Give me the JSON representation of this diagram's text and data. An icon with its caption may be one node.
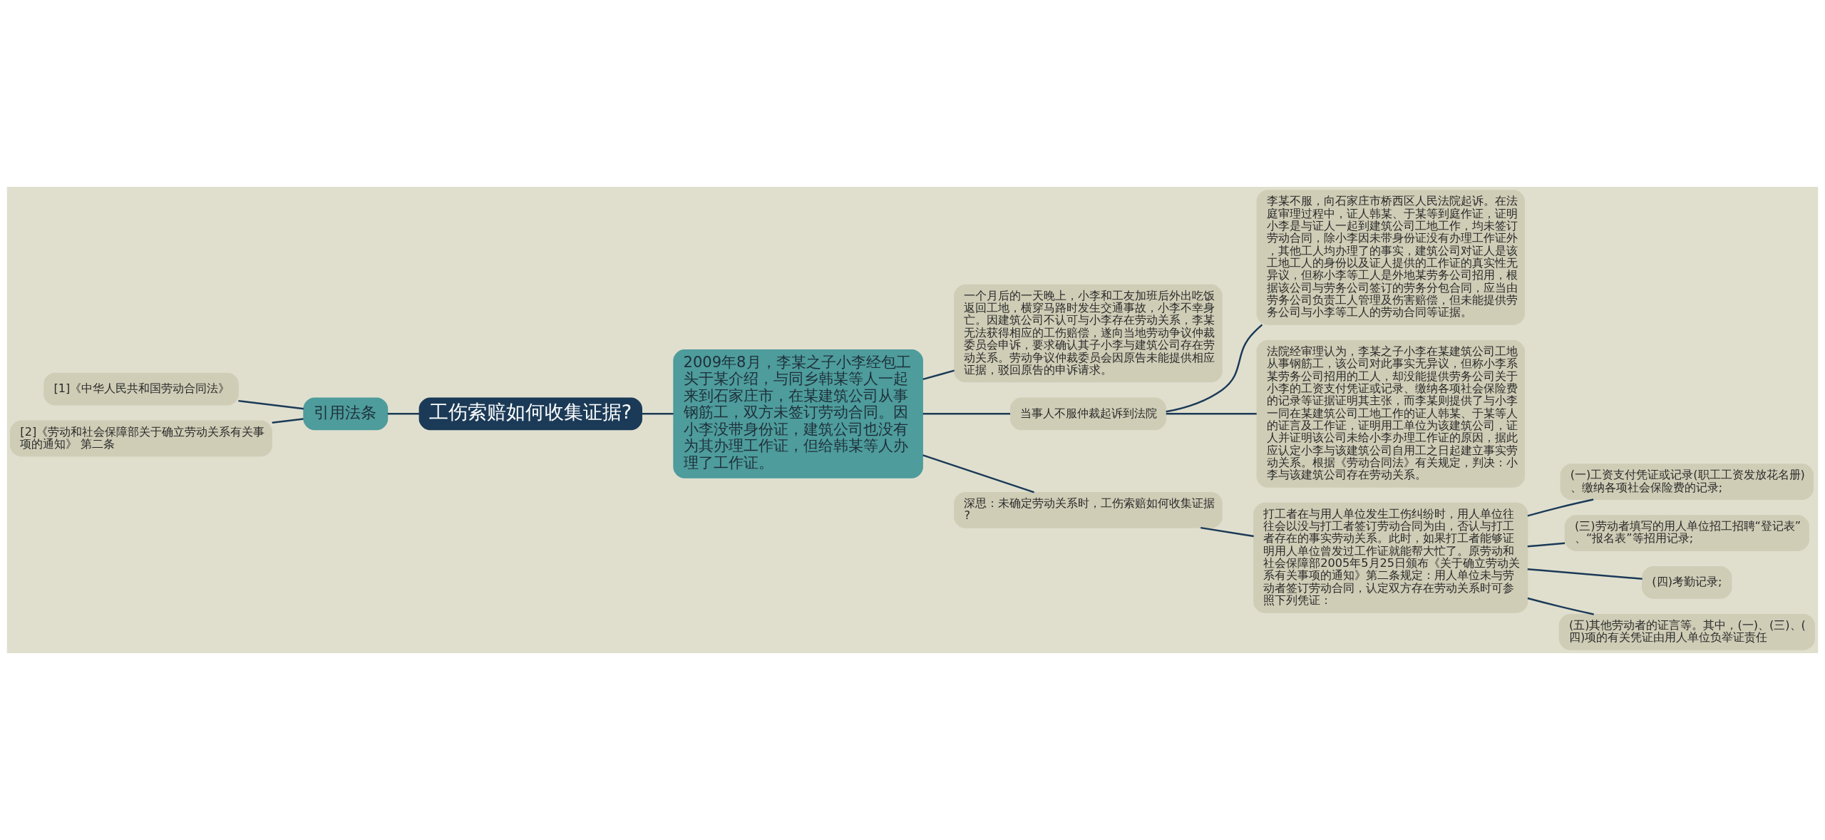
{
  "diagram": {
    "nodes": [
      {
        "text": [
          "工伤索赔如何收集证据?"
        ]
      },
      {
        "text": [
          "引用法条"
        ]
      },
      {
        "text": [
          "[1]《中华人民共和国劳动合同法》"
        ]
      },
      {
        "text": [
          "[2]《劳动和社会保障部关于确立劳动关系有关事项的通知》 第二条"
        ]
      },
      {
        "text": [
          "2009年8月，李某之子小李经包工头于某介绍，与同乡韩某等人一起来到石家庄市，在某建筑公司从事钢筋工，双方未签订劳动合同。因小李没带身份证，建筑公司也没有为其办理工作证，但给韩某等人办理了工作证。"
        ]
      },
      {
        "text": [
          "一个月后的一天晚上，小李和工友加班后外出吃饭返回工地，横穿马路时发生交通事故，小李不幸身亡。因建筑公司不认可与小李存在劳动关系，李某无法获得相应的工伤赔偿，遂向当地劳动争议仲裁委员会申诉，要求确认其子小李与建筑公司存在劳动关系。劳动争议仲裁委员会因原告未能提供相应证据，驳回原告的申诉请求。"
        ]
      },
      {
        "text": [
          "当事人不服仲裁起诉到法院"
        ]
      },
      {
        "text": [
          "李某不服，向石家庄市桥西区人民法院起诉。在法庭审理过程中，证人韩某、于某等到庭作证，证明小李是与证人一起到建筑公司工地工作，均未签订劳动合同，除小李因未带身份证没有办理工作证外，其他工人均办理了的事实，建筑公司对证人是该工地工人的身份以及证人提供的工作证的真实性无异议，但称小李等工人是外地某劳务公司招用，根据该公司与劳务公司签订的劳务分包合同，应当由劳务公司负责工人管理及伤害赔偿，但未能提供劳务公司与小李等工人的劳动合同等证据。"
        ]
      },
      {
        "text": [
          "法院经审理认为，李某之子小李在某建筑公司工地从事钢筋工，该公司对此事实无异议，但称小李系某劳务公司招用的工人，却没能提供劳务公司关于小李的工资支付凭证或记录、缴纳各项社会保险费的记录等证据证明其主张，而李某则提供了与小李一同在某建筑公司工地工作的证人韩某、于某等人的证言及工作证，证明用工单位为该建筑公司，证人并证明该公司未给小李办理工作证的原因，据此应认定小李与该建筑公司自用工之日起建立事实劳动关系。根据《劳动合同法》有关规定，判决：小李与该建筑公司存在劳动关系。"
        ]
      },
      {
        "text": [
          "深思：未确定劳动关系时，工伤索赔如何收集证据?"
        ]
      },
      {
        "text": [
          "打工者在与用人单位发生工伤纠纷时，用人单位往往会以没与打工者签订劳动合同为由，否认与打工者存在的事实劳动关系。此时，如果打工者能够证明用人单位曾发过工作证就能帮大忙了。原劳动和社会保障部2005年5月25日颁布《关于确立劳动关系有关事项的通知》第二条规定：用人单位未与劳动者签订劳动合同，认定双方存在劳动关系时可参照下列凭证："
        ]
      },
      {
        "text": [
          "(一)工资支付凭证或记录(职工工资发放花名册)、缴纳各项社会保险费的记录;"
        ]
      },
      {
        "text": [
          "(三)劳动者填写的用人单位招工招聘“登记表”、“报名表”等招用记录;"
        ]
      },
      {
        "text": [
          "(四)考勤记录;"
        ]
      },
      {
        "text": [
          "(五)其他劳动者的证言等。其中，(一)、(三)、(四)项的有关凭证由用人单位负举证责任"
        ]
      }
    ],
    "edges": [
      {
        "from": 0,
        "to": 1,
        "arrow": "none"
      },
      {
        "from": 1,
        "to": 2,
        "arrow": "none"
      },
      {
        "from": 1,
        "to": 3,
        "arrow": "none"
      },
      {
        "from": 0,
        "to": 4,
        "arrow": "none"
      },
      {
        "from": 4,
        "to": 5,
        "arrow": "none"
      },
      {
        "from": 4,
        "to": 6,
        "arrow": "none"
      },
      {
        "from": 6,
        "to": 7,
        "arrow": "none"
      },
      {
        "from": 6,
        "to": 8,
        "arrow": "none"
      },
      {
        "from": 4,
        "to": 9,
        "arrow": "none"
      },
      {
        "from": 9,
        "to": 10,
        "arrow": "none"
      },
      {
        "from": 10,
        "to": 11,
        "arrow": "none"
      },
      {
        "from": 10,
        "to": 12,
        "arrow": "none"
      },
      {
        "from": 10,
        "to": 13,
        "arrow": "none"
      },
      {
        "from": 10,
        "to": 14,
        "arrow": "none"
      }
    ]
  }
}
